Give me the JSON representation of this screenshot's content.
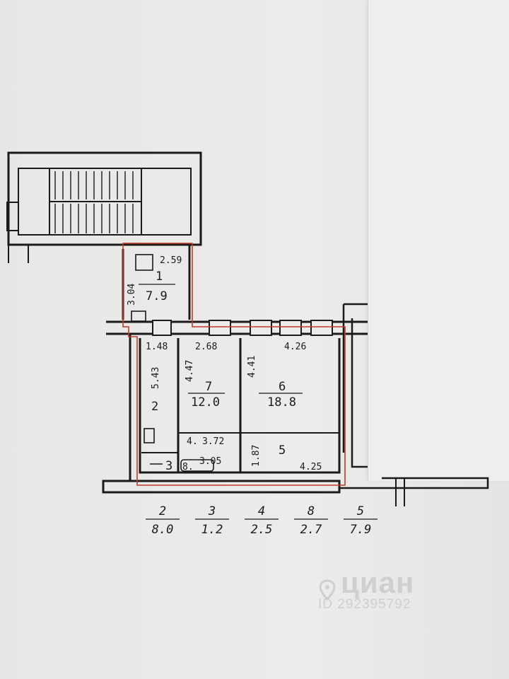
{
  "rooms": [
    {
      "num": "1",
      "area": "7.9"
    },
    {
      "num": "2"
    },
    {
      "num": "3"
    },
    {
      "num": "7",
      "area": "12.0"
    },
    {
      "num": "6",
      "area": "18.8"
    },
    {
      "num": "5"
    },
    {
      "num": "8."
    }
  ],
  "dimensions": [
    "2.59",
    "3.04",
    "1.48",
    "2.68",
    "4.26",
    "5.43",
    "4.47",
    "4.41",
    "4.",
    "3.72",
    "3.05",
    "1.87",
    "4.25"
  ],
  "legend": [
    {
      "num": "2",
      "area": "8.0"
    },
    {
      "num": "3",
      "area": "1.2"
    },
    {
      "num": "4",
      "area": "2.5"
    },
    {
      "num": "8",
      "area": "2.7"
    },
    {
      "num": "5",
      "area": "7.9"
    }
  ],
  "watermark": {
    "name": "циан",
    "id": "ID 292395792"
  },
  "colors": {
    "walls": "#1a1a1a",
    "outline": "#c0392b",
    "paper": "#ececea"
  }
}
